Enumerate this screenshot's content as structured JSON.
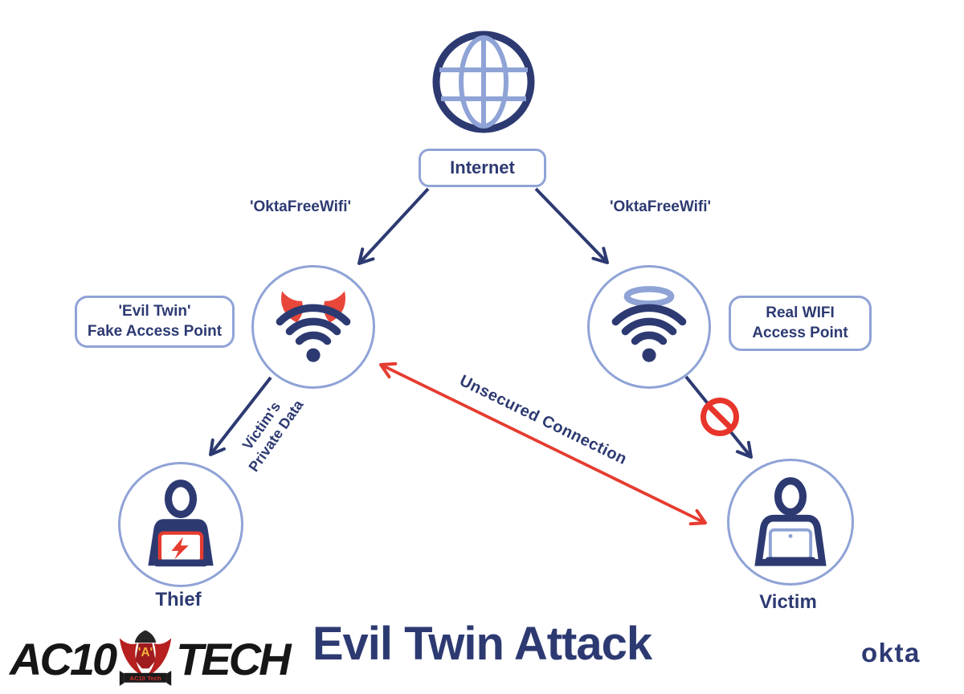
{
  "title": "Evil Twin Attack",
  "nodes": {
    "internet": {
      "label": "Internet"
    },
    "evil_ap": {
      "ssid": "'OktaFreeWifi'",
      "label_line1": "'Evil Twin'",
      "label_line2": "Fake Access Point"
    },
    "real_ap": {
      "ssid": "'OktaFreeWifi'",
      "label_line1": "Real WIFI",
      "label_line2": "Access Point"
    },
    "thief": {
      "label": "Thief"
    },
    "victim": {
      "label": "Victim"
    }
  },
  "edges": {
    "stolen_data_line1": "Victim's",
    "stolen_data_line2": "Private Data",
    "unsecured": "Unsecured Connection"
  },
  "branding": {
    "ac10_prefix": "AC10",
    "ac10_suffix": "TECH",
    "shield_letter": "'A'",
    "shield_banner": "AC10 Tech",
    "okta": "okta"
  },
  "colors": {
    "navy": "#2d3a72",
    "periwinkle": "#8fa3d6",
    "red": "#e63c30"
  }
}
